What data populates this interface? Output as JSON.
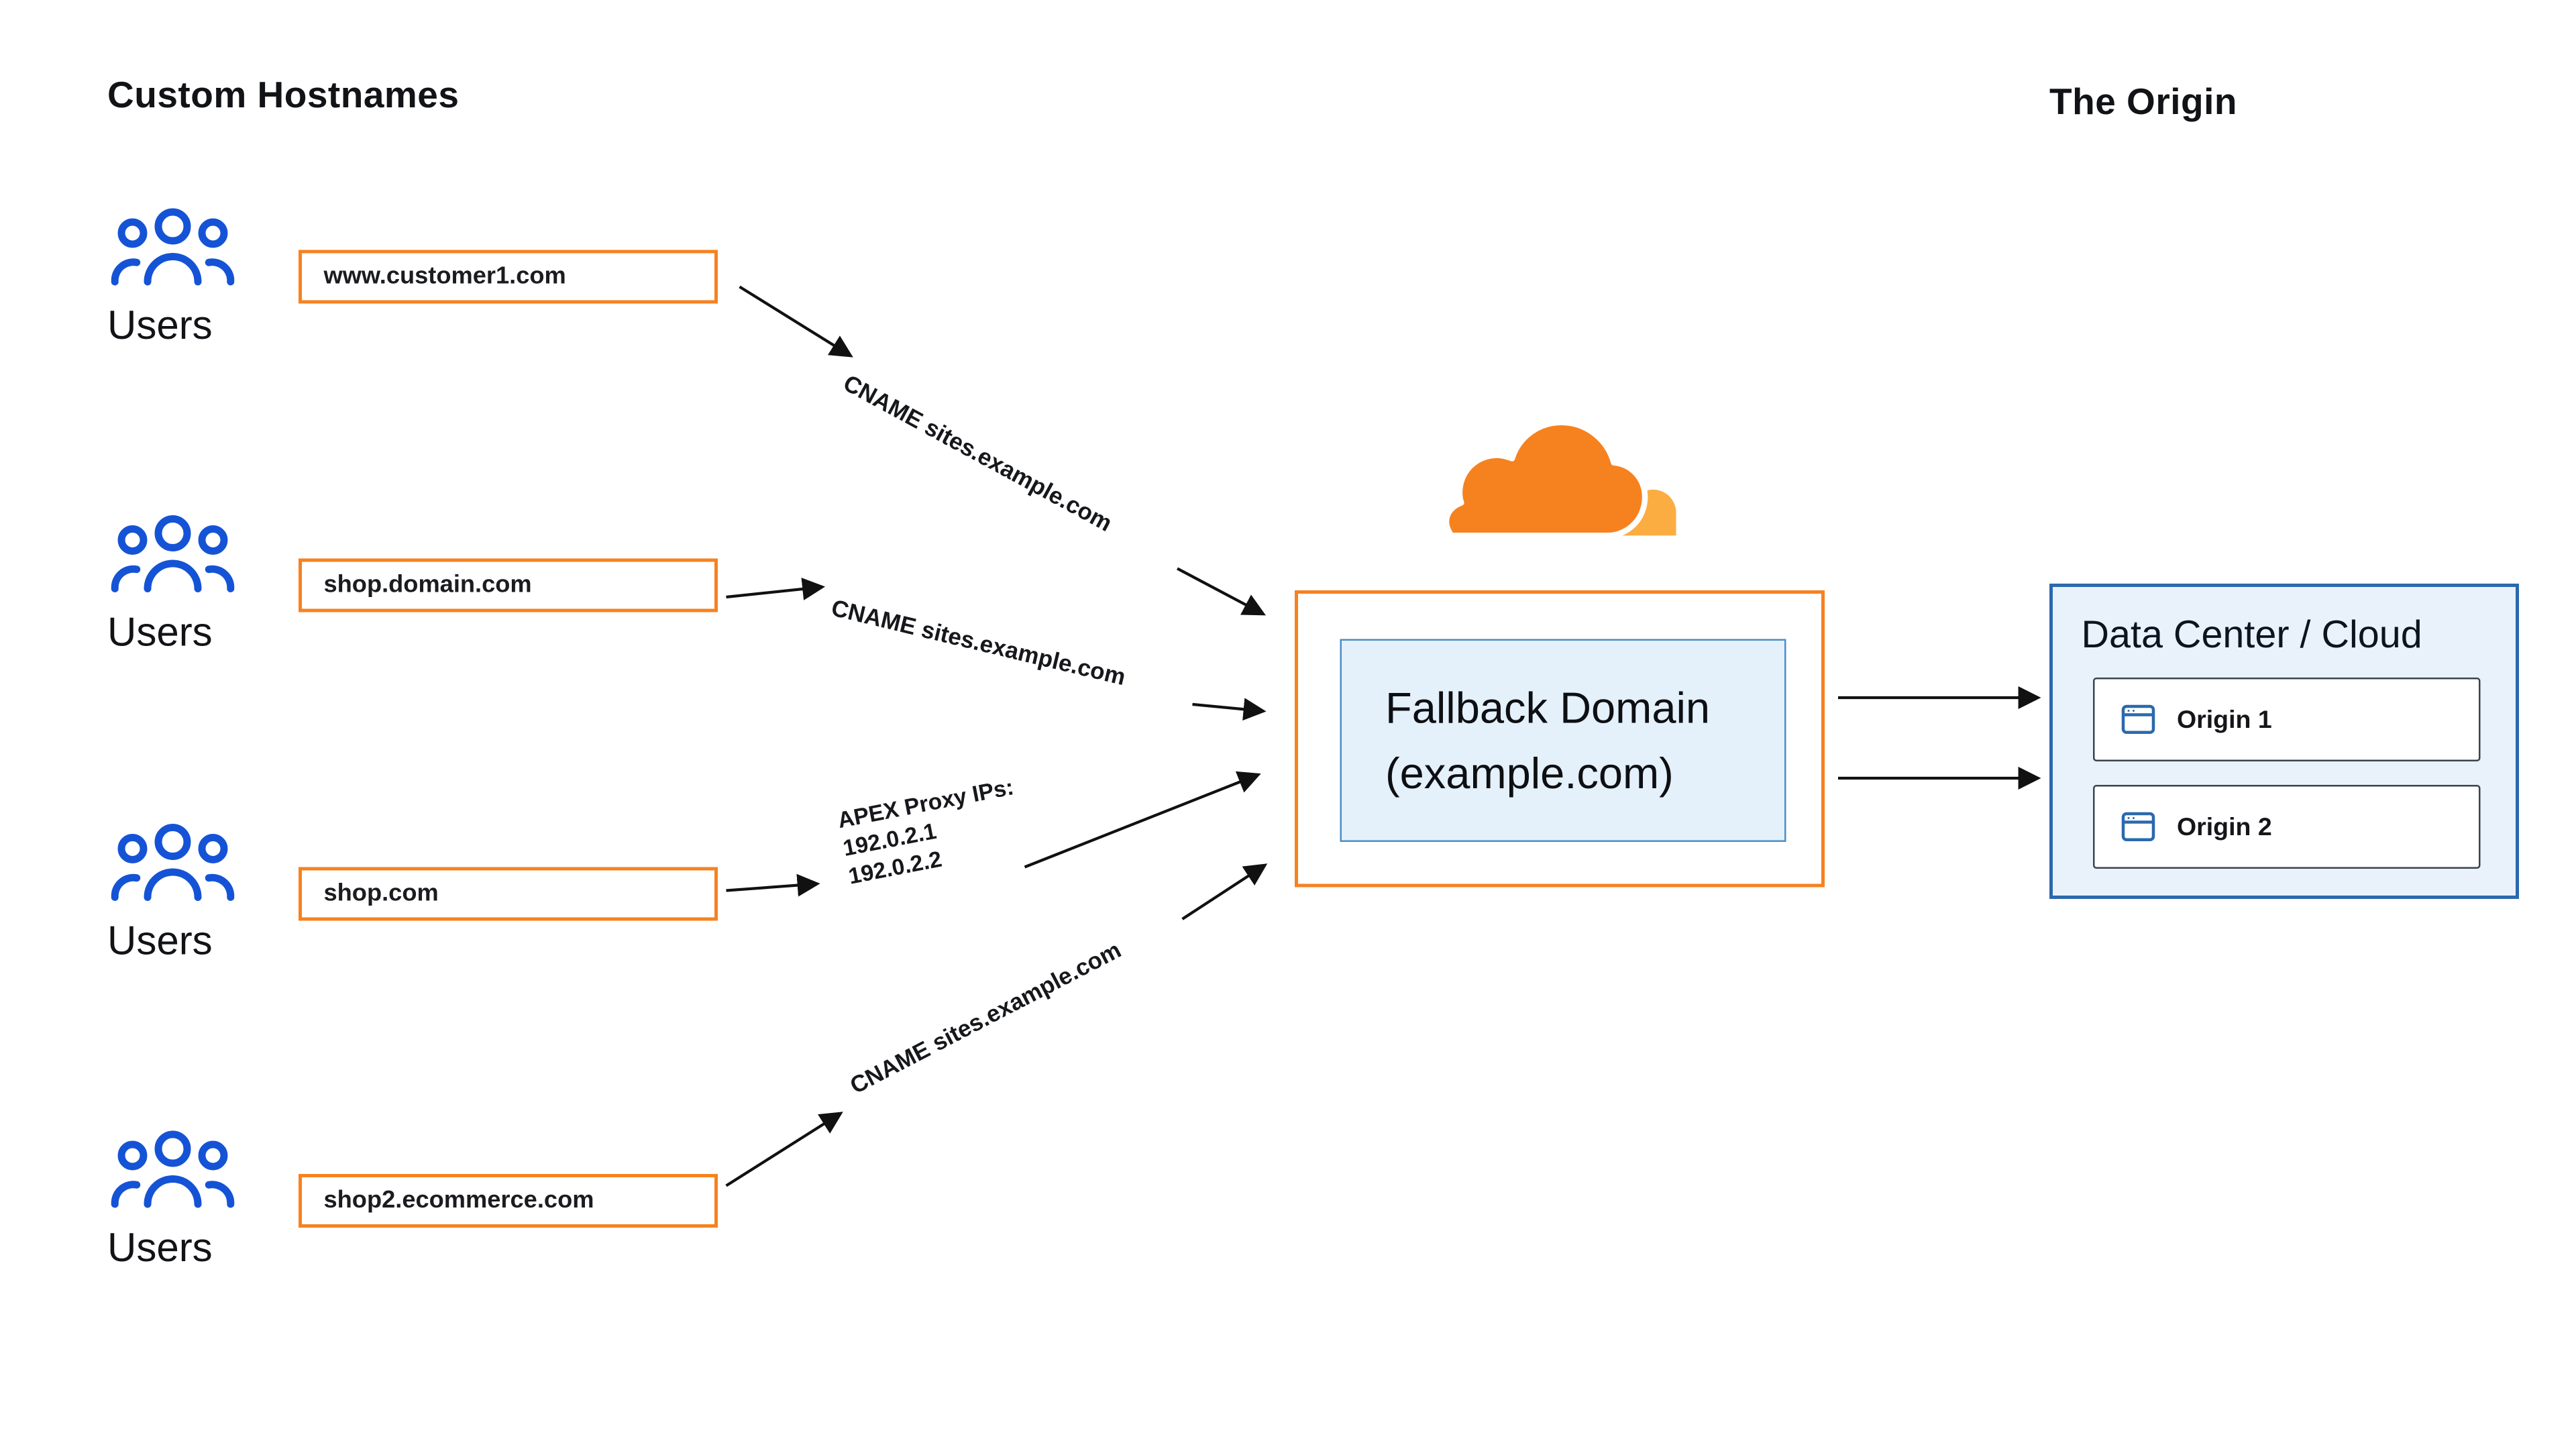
{
  "colors": {
    "orange": "#F6821F",
    "cloud_main": "#F6821F",
    "cloud_light": "#FBAD41",
    "users_icon": "#1553D6",
    "ink": "#17181C",
    "arrow": "#111111",
    "dc_border": "#2A69AE",
    "dc_fill": "#E9F2FB",
    "fb_fill": "#E4F0FA",
    "fb_border": "#4A8FC7",
    "origin_border": "#3A4350",
    "origin_icon": "#2A69AE"
  },
  "icons": {
    "users": "users-group-icon",
    "origin": "browser-window-icon",
    "logo": "cloudflare-cloud-icon"
  },
  "sections": {
    "left_title": "Custom Hostnames",
    "right_title": "The Origin"
  },
  "hostnames": [
    {
      "domain": "www.customer1.com",
      "users_label": "Users"
    },
    {
      "domain": "shop.domain.com",
      "users_label": "Users"
    },
    {
      "domain": "shop.com",
      "users_label": "Users"
    },
    {
      "domain": "shop2.ecommerce.com",
      "users_label": "Users"
    }
  ],
  "connections": [
    {
      "label": "CNAME sites.example.com"
    },
    {
      "label": "CNAME sites.example.com"
    },
    {
      "label": "APEX Proxy IPs:",
      "ip1": "192.0.2.1",
      "ip2": "192.0.2.2"
    },
    {
      "label": "CNAME sites.example.com"
    }
  ],
  "fallback_domain": {
    "line1": "Fallback Domain",
    "line2": "(example.com)"
  },
  "origin_panel": {
    "title": "Data Center / Cloud",
    "origins": [
      {
        "label": "Origin 1"
      },
      {
        "label": "Origin 2"
      }
    ]
  }
}
